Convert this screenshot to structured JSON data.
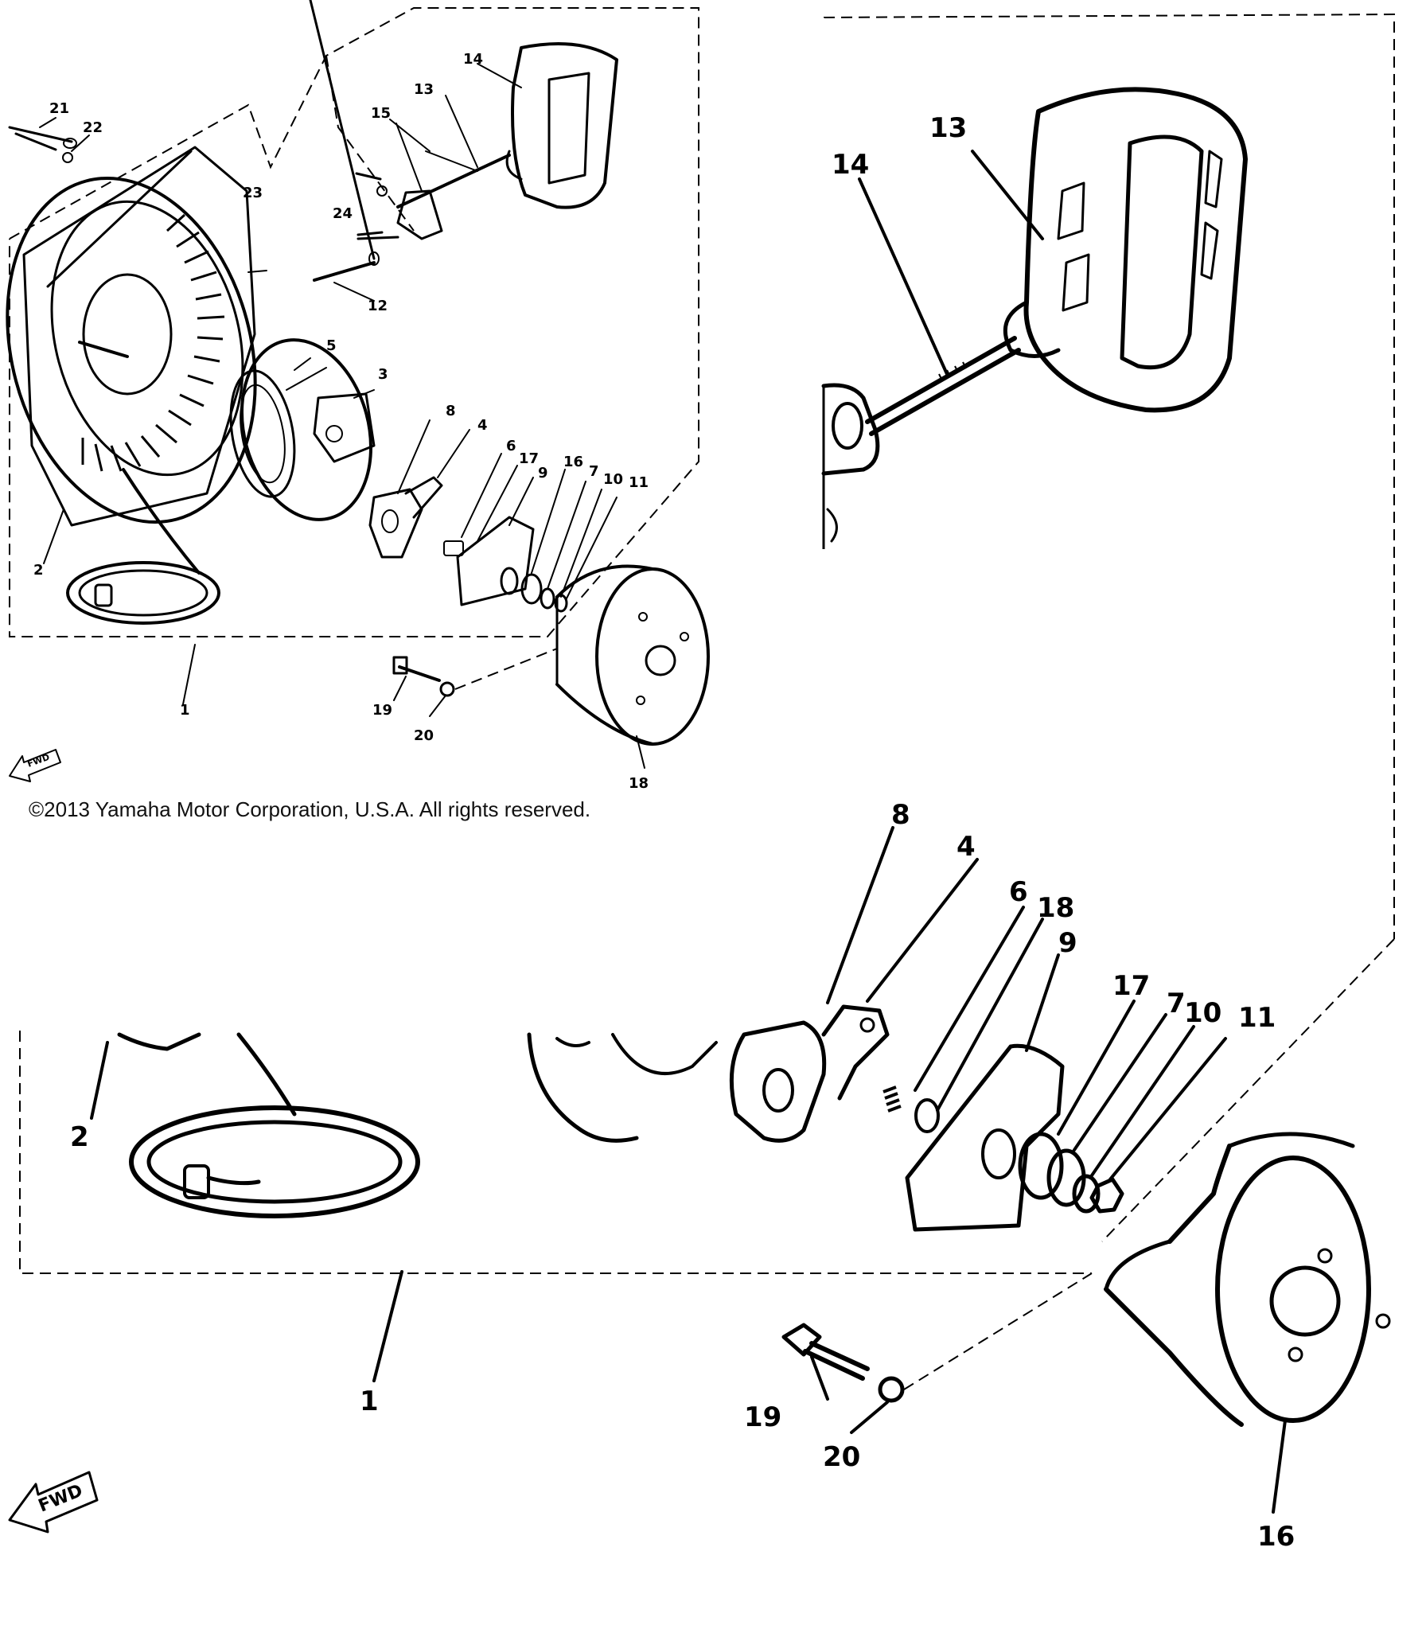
{
  "copyright": "©2013 Yamaha Motor Corporation, U.S.A. All rights reserved.",
  "fwd_label": "FWD",
  "main_view": {
    "callouts": [
      "1",
      "2",
      "3",
      "4",
      "5",
      "6",
      "7",
      "8",
      "9",
      "10",
      "11",
      "12",
      "13",
      "14",
      "15",
      "16",
      "17",
      "18",
      "19",
      "20",
      "21",
      "22",
      "23",
      "24"
    ]
  },
  "detail_top": {
    "callouts": [
      "13",
      "14"
    ]
  },
  "detail_bottom": {
    "callouts": [
      "1",
      "2",
      "4",
      "6",
      "7",
      "8",
      "9",
      "10",
      "11",
      "16",
      "17",
      "18",
      "19",
      "20"
    ]
  }
}
